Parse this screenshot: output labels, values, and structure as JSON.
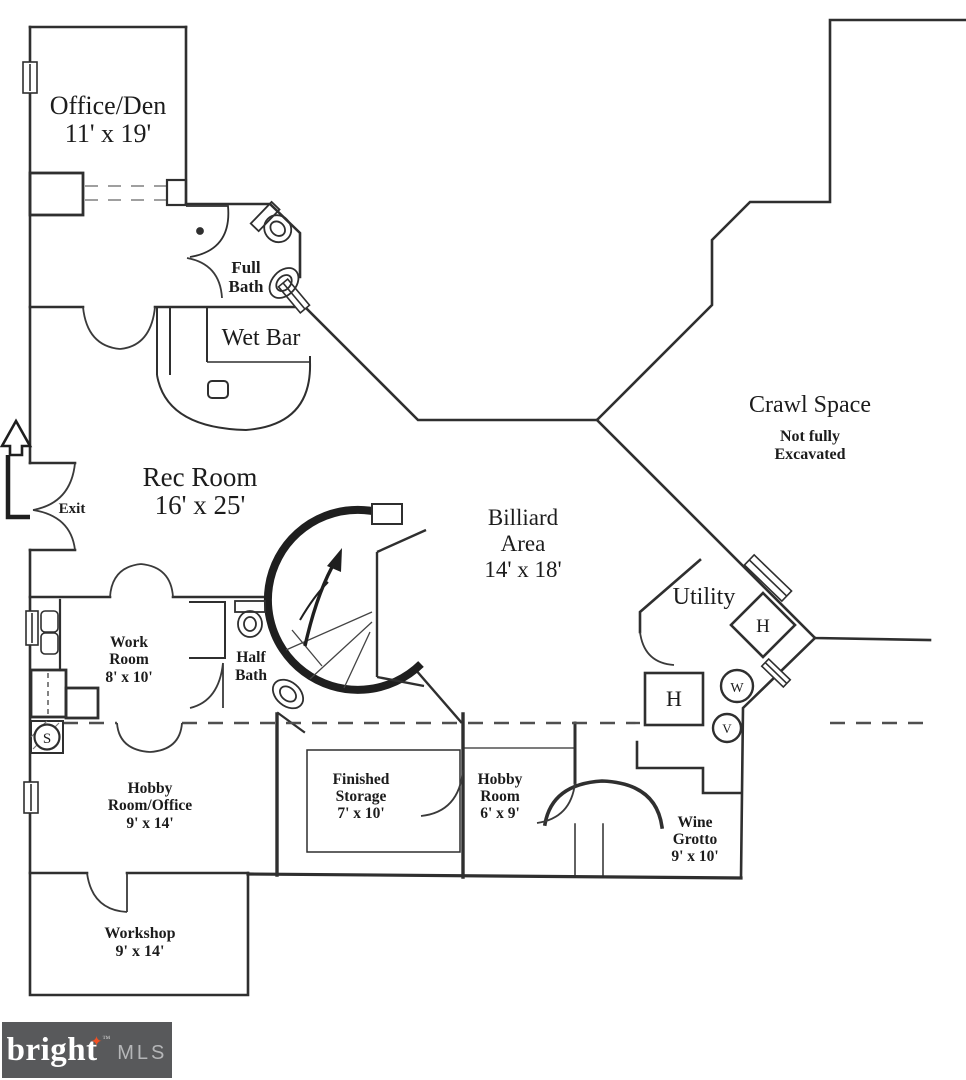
{
  "rooms": {
    "office": {
      "name": "Office/Den",
      "dims": "11' x 19'"
    },
    "full_bath": {
      "name1": "Full",
      "name2": "Bath"
    },
    "wet_bar": {
      "name": "Wet Bar"
    },
    "crawl": {
      "name": "Crawl Space",
      "note1": "Not fully",
      "note2": "Excavated"
    },
    "rec": {
      "name": "Rec Room",
      "dims": "16' x 25'"
    },
    "billiard": {
      "name1": "Billiard",
      "name2": "Area",
      "dims": "14' x 18'"
    },
    "exit": {
      "name": "Exit"
    },
    "utility": {
      "name": "Utility"
    },
    "work": {
      "name1": "Work",
      "name2": "Room",
      "dims": "8' x 10'"
    },
    "half_bath": {
      "name1": "Half",
      "name2": "Bath"
    },
    "hobby_office": {
      "name1": "Hobby",
      "name2": "Room/Office",
      "dims": "9' x 14'"
    },
    "storage": {
      "name1": "Finished",
      "name2": "Storage",
      "dims": "7' x 10'"
    },
    "hobby": {
      "name1": "Hobby",
      "name2": "Room",
      "dims": "6' x 9'"
    },
    "wine": {
      "name1": "Wine",
      "name2": "Grotto",
      "dims": "9' x 10'"
    },
    "workshop": {
      "name": "Workshop",
      "dims": "9' x 14'"
    }
  },
  "markers": {
    "heater": "H",
    "water": "W",
    "vent": "V",
    "sump": "S"
  },
  "logo": {
    "brand": "bright",
    "star": "✦",
    "tm": "™",
    "suffix": "MLS"
  },
  "colors": {
    "ink": "#2f2f2f",
    "logo_bg": "#58595b",
    "logo_star": "#f05023",
    "logo_mls": "#b5b6b8"
  }
}
